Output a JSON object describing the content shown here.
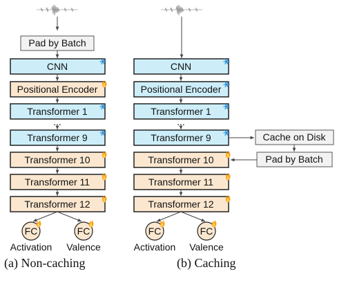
{
  "left": {
    "pad": "Pad by Batch",
    "cnn": "CNN",
    "pos": "Positional Encoder",
    "t1": "Transformer 1",
    "dots": "...",
    "t9": "Transformer 9",
    "t10": "Transformer 10",
    "t11": "Transformer 11",
    "t12": "Transformer 12",
    "fc1": "FC",
    "fc2": "FC",
    "out1": "Activation",
    "out2": "Valence"
  },
  "right": {
    "cnn": "CNN",
    "pos": "Positional Encoder",
    "t1": "Transformer 1",
    "dots": "...",
    "t9": "Transformer 9",
    "t10": "Transformer 10",
    "t11": "Transformer 11",
    "t12": "Transformer 12",
    "cache": "Cache on Disk",
    "pad": "Pad by Batch",
    "fc1": "FC",
    "fc2": "FC",
    "out1": "Activation",
    "out2": "Valence"
  },
  "captions": {
    "a": "(a) Non-caching",
    "b": "(b) Caching"
  },
  "colors": {
    "frozen_fill": "#cdeef9",
    "trainable_fill": "#fbe7cf",
    "neutral_fill": "#f2f2f2",
    "frozen_marker": "#2f8fd8",
    "trainable_marker": "#f5a623"
  }
}
